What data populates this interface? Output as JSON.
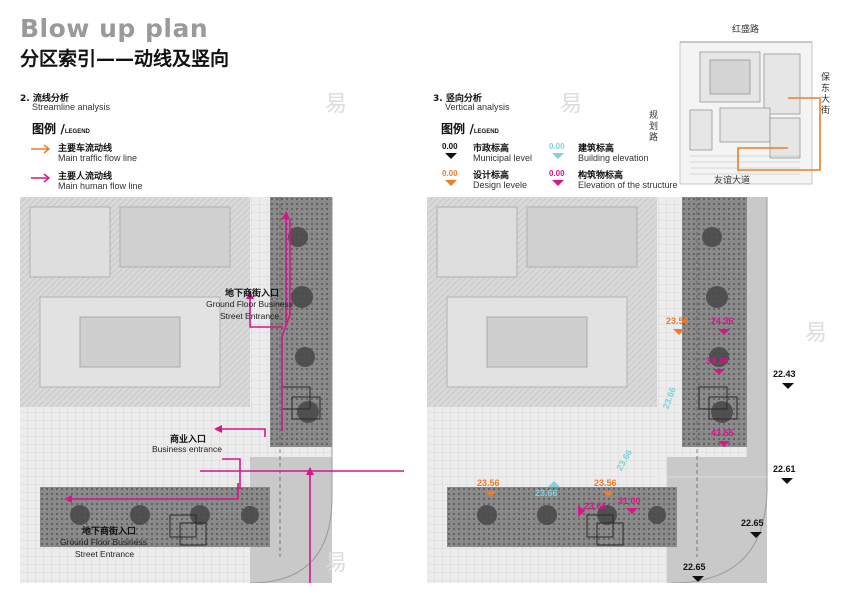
{
  "header": {
    "title_en": "Blow up plan",
    "title_cn": "分区索引——动线及竖向"
  },
  "left_section": {
    "heading_cn": "2. 流线分析",
    "heading_en": "Streamline analysis",
    "legend_cn": "图例",
    "legend_en": "LEGEND",
    "items": [
      {
        "cn": "主要车流动线",
        "en": "Main trafﬁc ﬂow line",
        "color": "#f07c28"
      },
      {
        "cn": "主要人流动线",
        "en": "Main human ﬂow line",
        "color": "#d4178a"
      }
    ]
  },
  "right_section": {
    "heading_cn": "3. 竖向分析",
    "heading_en": "Vertical analysis",
    "legend_cn": "图例",
    "legend_en": "LEGEND",
    "items": [
      {
        "num": "0.00",
        "cn": "市政标高",
        "en": "Municipal level",
        "color": "#111111"
      },
      {
        "num": "0.00",
        "cn": "建筑标高",
        "en": "Building elevation",
        "color": "#7fd3d8"
      },
      {
        "num": "0.00",
        "cn": "设计标高",
        "en": "Design levele",
        "color": "#f07c28"
      },
      {
        "num": "0.00",
        "cn": "构筑物标高",
        "en": "Elevation of the structure",
        "color": "#d4178a"
      }
    ]
  },
  "key_map": {
    "road_top": "红盛路",
    "road_right": "保东大街",
    "road_mid": "规划路",
    "road_bottom": "友谊大道"
  },
  "left_map": {
    "labels": [
      {
        "cn": "地下商街入口",
        "en1": "Ground Floor Business",
        "en2": "Street Entrance"
      },
      {
        "cn": "商业入口",
        "en1": "Business entrance",
        "en2": ""
      },
      {
        "cn": "地下商街入口",
        "en1": "Ground Floor Business",
        "en2": "Street Entrance"
      }
    ]
  },
  "right_map": {
    "elevations": [
      {
        "value": "22.43",
        "color": "#111111"
      },
      {
        "value": "22.61",
        "color": "#111111"
      },
      {
        "value": "22.65",
        "color": "#111111"
      },
      {
        "value": "22.65",
        "color": "#111111"
      },
      {
        "value": "23.56",
        "color": "#f07c28"
      },
      {
        "value": "23.56",
        "color": "#f07c28"
      },
      {
        "value": "23.56",
        "color": "#f07c28"
      },
      {
        "value": "23.66",
        "color": "#7fd3d8"
      },
      {
        "value": "23.66",
        "color": "#7fd3d8"
      },
      {
        "value": "23.66",
        "color": "#7fd3d8"
      },
      {
        "value": "23.66",
        "color": "#d4178a"
      },
      {
        "value": "31.00",
        "color": "#d4178a"
      },
      {
        "value": "24.36",
        "color": "#d4178a"
      },
      {
        "value": "34.36",
        "color": "#d4178a"
      },
      {
        "value": "43.55",
        "color": "#d4178a"
      }
    ]
  },
  "watermark": "易"
}
